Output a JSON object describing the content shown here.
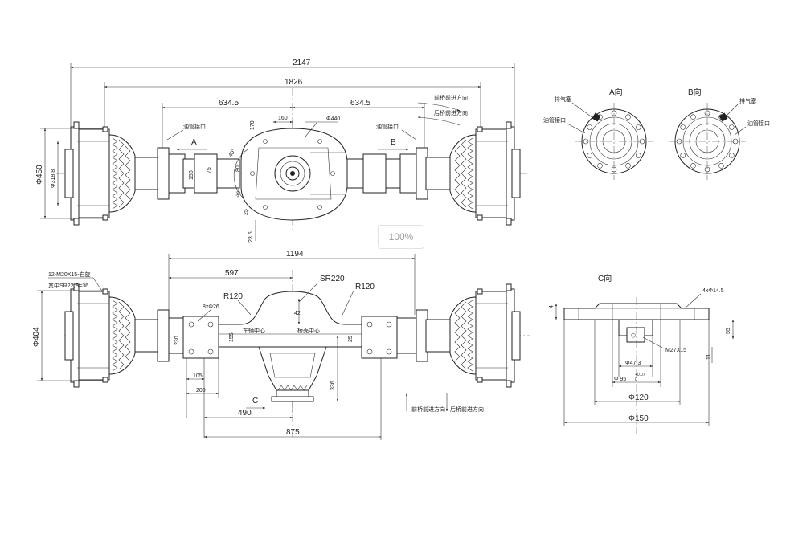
{
  "zoom_label": "100%",
  "top_view": {
    "dim_total": "2147",
    "dim_track": "1826",
    "dim_half_left": "634.5",
    "dim_half_right": "634.5",
    "dim_160": "160",
    "dim_dia440": "Φ440",
    "dim_170": "170",
    "dim_dia450": "Φ450",
    "dim_dia318": "Φ318.8",
    "dim_40deg": "40°",
    "dim_80": "80",
    "dim_30deg": "30°",
    "dim_150": "150",
    "dim_75": "75",
    "dim_25": "25",
    "dim_235": "23.5",
    "oil_port_left": "油管接口",
    "oil_port_right": "油管接口",
    "section_a": "A",
    "section_b": "B",
    "dir_forward": "前桥前进方向",
    "dir_rear": "后桥前进方向"
  },
  "front_view": {
    "dim_1194": "1194",
    "dim_597": "597",
    "sr220": "SR220",
    "r120_left": "R120",
    "r120_right": "R120",
    "holes": "8xΦ26",
    "dim_42": "42",
    "bolt_spec": "12-M20X15-右旋",
    "nut_spec": "其中SR22,S=36",
    "dia404": "Φ404",
    "vehicle_center": "车辆中心",
    "axle_center": "桥壳中心",
    "dim_230": "230",
    "dim_155": "155",
    "dim_25": "25",
    "dim_105": "105",
    "dim_200": "200",
    "dim_336": "336",
    "dim_490": "490",
    "dim_875": "875",
    "section_c": "C",
    "dir_forward": "前桥前进方向",
    "dir_rear": "后桥前进方向"
  },
  "view_a": {
    "title": "A向",
    "vent": "排气塞",
    "oil_port": "油管接口"
  },
  "view_b": {
    "title": "B向",
    "vent": "排气塞",
    "oil_port": "油管接口"
  },
  "view_c": {
    "title": "C向",
    "holes": "4xΦ14.5",
    "dim_4": "4",
    "dim_55": "55",
    "dim_11": "11",
    "thread": "M27X15",
    "dia473": "Φ47.3",
    "dia95": "Φ 95",
    "tol_upper": "+0.07",
    "tol_lower": "0",
    "dia120": "Φ120",
    "dia150": "Φ150"
  }
}
